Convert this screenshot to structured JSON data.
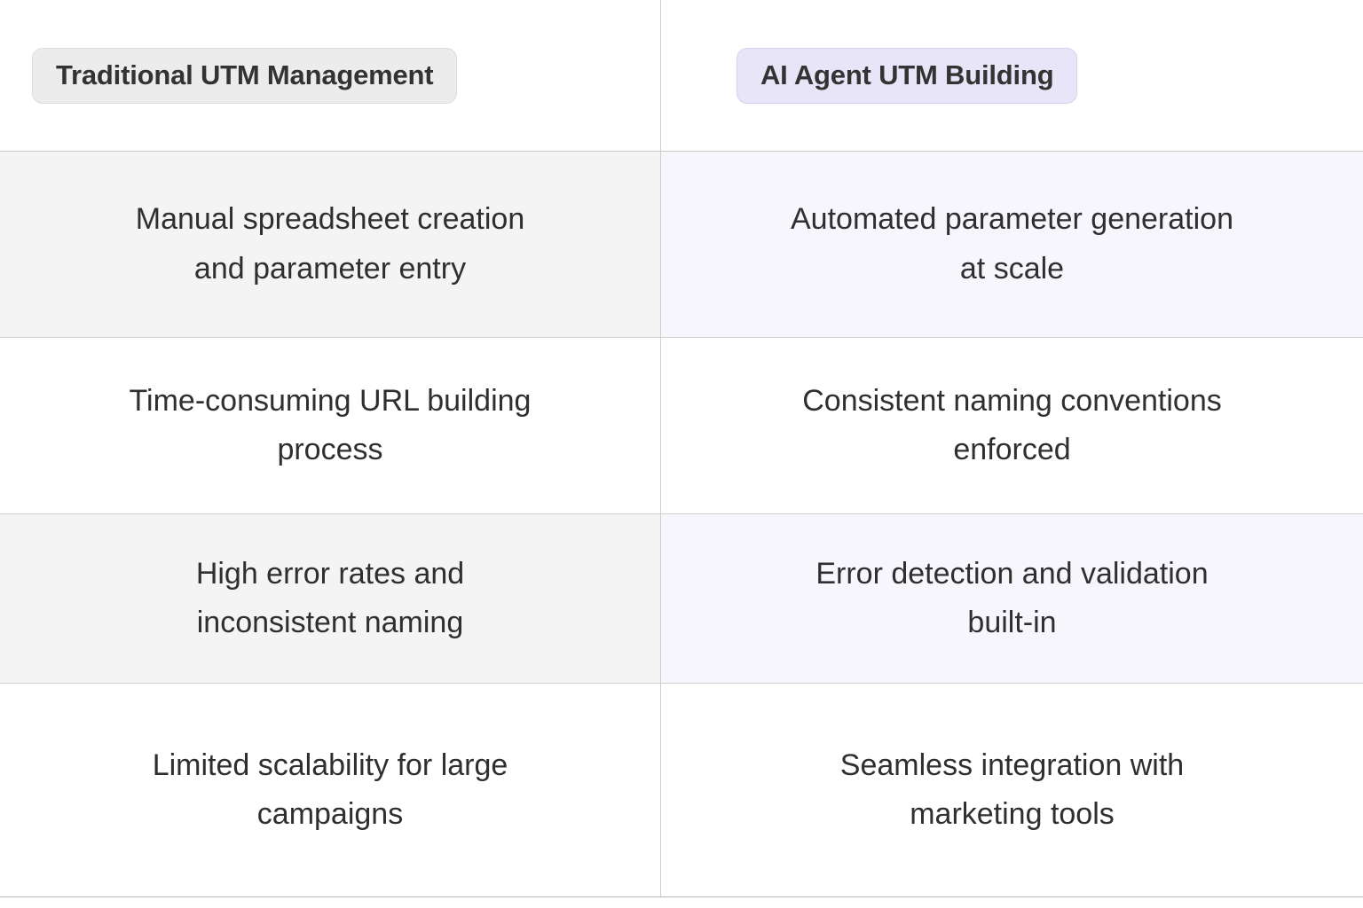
{
  "table": {
    "columns": [
      {
        "id": "traditional",
        "header_label": "Traditional UTM Management",
        "badge_background": "#ececec",
        "badge_border": "#dcdcdc",
        "row_tint": "#f4f4f4"
      },
      {
        "id": "ai_agent",
        "header_label": "AI Agent UTM Building",
        "badge_background": "#e9e5f8",
        "badge_border": "#d8d2f0",
        "row_tint": "#f8f6fd"
      }
    ],
    "rows": [
      {
        "index": 0,
        "shaded": true,
        "left": "Manual spreadsheet creation\nand parameter entry",
        "right": "Automated parameter generation\nat scale"
      },
      {
        "index": 1,
        "shaded": false,
        "left": "Time-consuming URL building\nprocess",
        "right": "Consistent naming conventions\nenforced"
      },
      {
        "index": 2,
        "shaded": true,
        "left": "High error rates and\ninconsistent naming",
        "right": "Error  detection and validation\nbuilt-in"
      },
      {
        "index": 3,
        "shaded": false,
        "left": "Limited scalability for large\ncampaigns",
        "right": "Seamless integration with\nmarketing tools"
      }
    ],
    "colors": {
      "text": "#2f2f2f",
      "header_text": "#333333",
      "grid_line": "#cfcfcf",
      "background": "#ffffff"
    }
  }
}
